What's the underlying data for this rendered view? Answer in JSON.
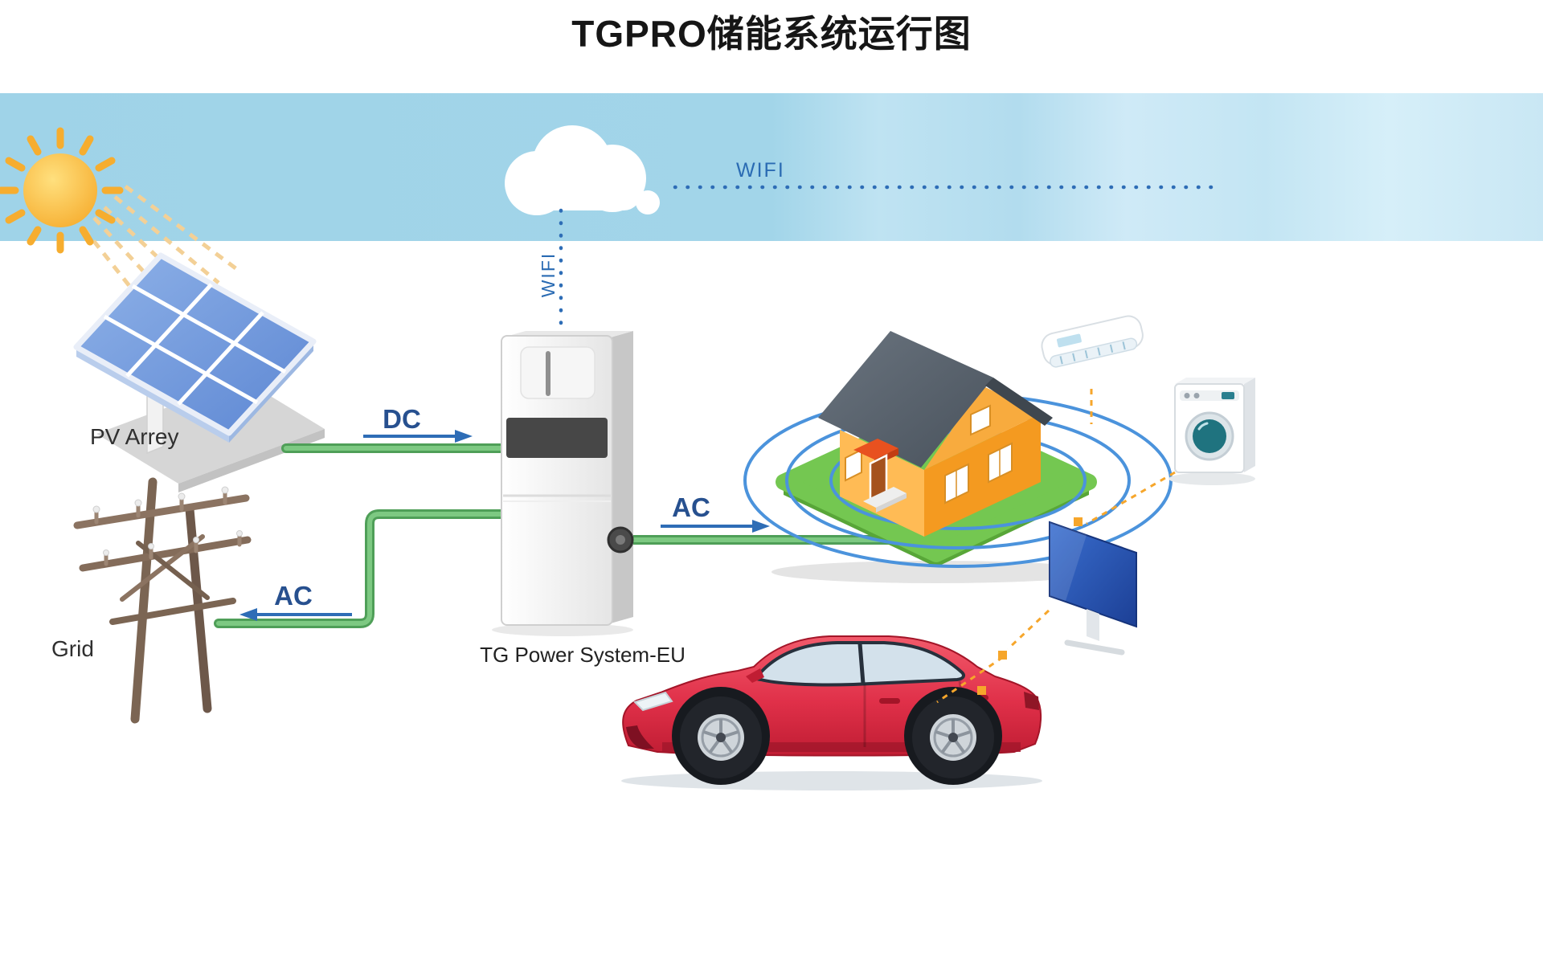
{
  "title": "TGPRO储能系统运行图",
  "diagram": {
    "pv": {
      "label": "PV Arrey"
    },
    "grid": {
      "label": "Grid"
    },
    "power_unit": {
      "label": "TG Power System-EU"
    },
    "wifi": {
      "horizontal_label": "WIFI",
      "vertical_label": "WIFI"
    },
    "flows": {
      "pv_to_unit": {
        "label": "DC",
        "direction": "right"
      },
      "unit_to_grid": {
        "label": "AC",
        "direction": "left"
      },
      "unit_to_house": {
        "label": "AC",
        "direction": "right"
      }
    }
  },
  "icons": {
    "sun-icon": "sun with rays and light beams",
    "cloud-icon": "white cloud",
    "solar-panel-icon": "isometric photovoltaic panel",
    "utility-pole-icon": "wooden power grid pole",
    "power-unit-icon": "energy storage inverter tower",
    "house-icon": "isometric orange house on grass",
    "wifi-rings-icon": "concentric coverage rings",
    "aircon-icon": "air conditioner",
    "washing-machine-icon": "washing machine",
    "tv-icon": "television",
    "car-icon": "red electric car"
  },
  "colors": {
    "sky": "#a2d5e9",
    "wire_green": "#69bd6f",
    "flow_blue": "#2e6db6",
    "label_dark": "#2f2f2f",
    "dashed_orange": "#f6a62b",
    "ring_blue": "#4b93dc",
    "car_red": "#d8253c",
    "house_orange": "#f49a20",
    "grass_green": "#74c751"
  }
}
